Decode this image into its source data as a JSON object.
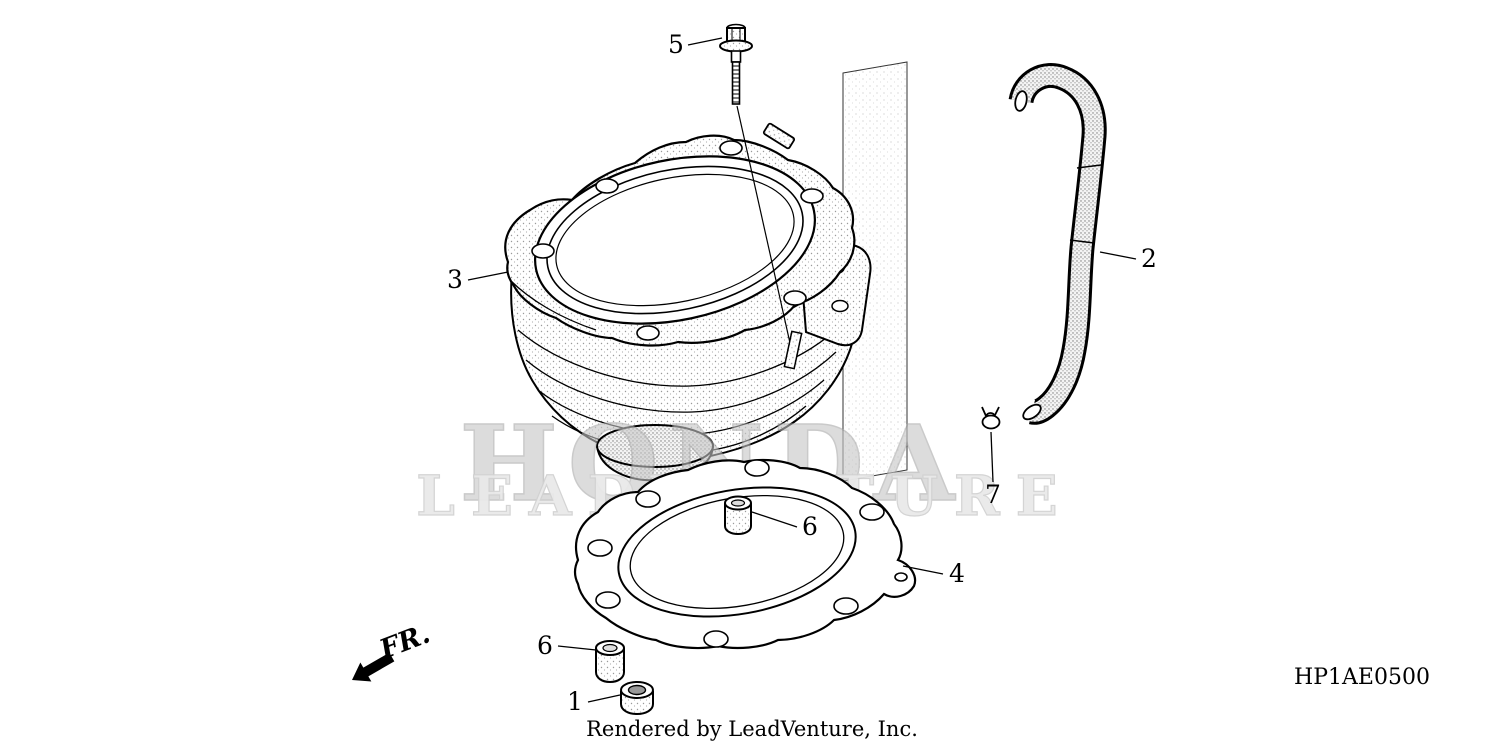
{
  "watermark": {
    "primary": "HONDA",
    "secondary": "LEADVENTURE"
  },
  "fr": {
    "label": "FR."
  },
  "diagram_code": "HP1AE0500",
  "footer": {
    "credit": "Rendered by LeadVenture, Inc."
  },
  "callouts": [
    {
      "num": "5"
    },
    {
      "num": "2"
    },
    {
      "num": "3"
    },
    {
      "num": "7"
    },
    {
      "num": "6"
    },
    {
      "num": "4"
    },
    {
      "num": "6"
    },
    {
      "num": "1"
    }
  ]
}
